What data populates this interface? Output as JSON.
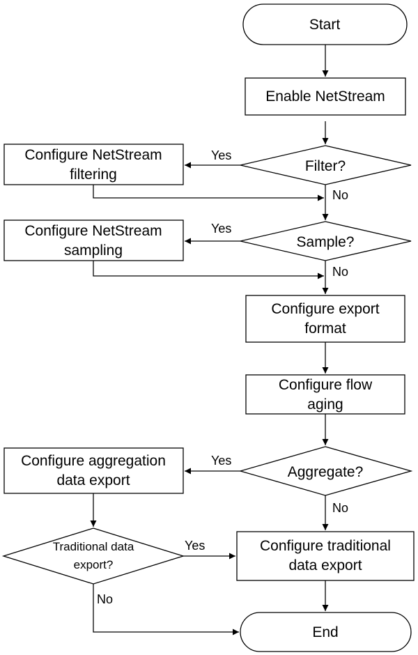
{
  "nodes": {
    "start": "Start",
    "enable_netstream": "Enable NetStream",
    "filter_decision": "Filter?",
    "configure_filtering": [
      "Configure NetStream",
      "filtering"
    ],
    "sample_decision": "Sample?",
    "configure_sampling": [
      "Configure NetStream",
      "sampling"
    ],
    "configure_export_format": [
      "Configure export",
      "format"
    ],
    "configure_flow_aging": [
      "Configure flow",
      "aging"
    ],
    "aggregate_decision": "Aggregate?",
    "configure_aggregation_export": [
      "Configure aggregation",
      "data export"
    ],
    "traditional_decision": [
      "Traditional data",
      "export?"
    ],
    "configure_traditional_export": [
      "Configure traditional",
      "data export"
    ],
    "end": "End"
  },
  "edge_labels": {
    "yes": "Yes",
    "no": "No"
  }
}
